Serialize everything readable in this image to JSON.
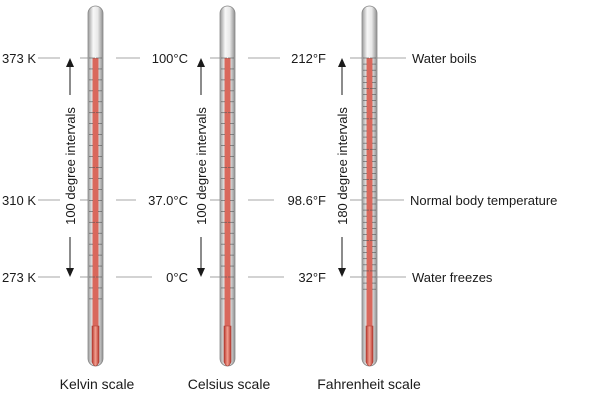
{
  "colors": {
    "tube_light": "#f3f3f3",
    "tube_dark": "#9a9a9a",
    "mercury": "#c8433a",
    "mercury_light": "#f3a79a",
    "line": "#8a8a8a",
    "text": "#1a1a1a"
  },
  "thermometers": [
    {
      "id": "kelvin",
      "scale_label": "Kelvin scale",
      "interval_label": "100 degree intervals",
      "readings": {
        "boils": "373 K",
        "body": "310 K",
        "freezes": "273 K"
      },
      "minor_ticks": 20
    },
    {
      "id": "celsius",
      "scale_label": "Celsius scale",
      "interval_label": "100 degree intervals",
      "readings": {
        "boils": "100°C",
        "body": "37.0°C",
        "freezes": "0°C"
      },
      "minor_ticks": 20
    },
    {
      "id": "fahrenheit",
      "scale_label": "Fahrenheit scale",
      "interval_label": "180 degree intervals",
      "readings": {
        "boils": "212°F",
        "body": "98.6°F",
        "freezes": "32°F"
      },
      "minor_ticks": 36
    }
  ],
  "reference_points": {
    "boils": "Water boils",
    "body": "Normal body temperature",
    "freezes": "Water freezes"
  }
}
